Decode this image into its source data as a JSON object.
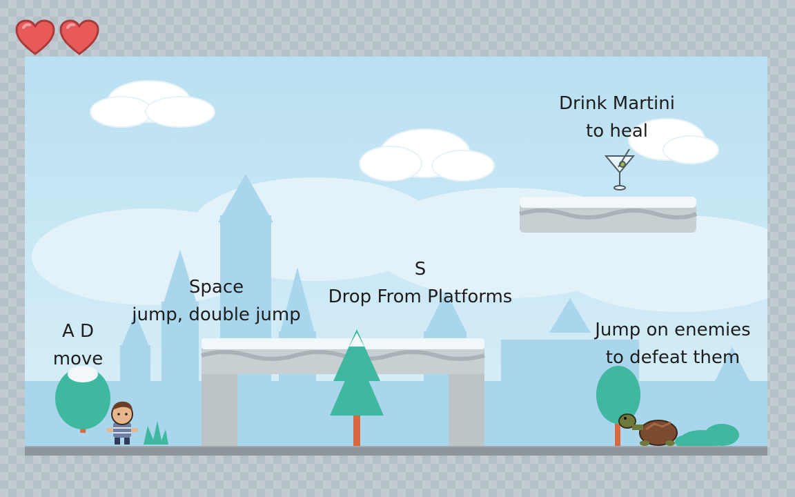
{
  "hud": {
    "hearts": 2,
    "heart_color": "#e85a5a",
    "heart_icon": "heart-icon"
  },
  "tutorial": {
    "move_keys": "A  D",
    "move_action": "move",
    "jump_key": "Space",
    "jump_action": "jump, double jump",
    "drop_key": "S",
    "drop_action": "Drop From Platforms",
    "enemy_hint_line1": "Jump on enemies",
    "enemy_hint_line2": "to defeat them",
    "heal_hint_line1": "Drink Martini",
    "heal_hint_line2": "to heal"
  },
  "colors": {
    "sky": "#c5e6f4",
    "tree": "#3fb8a0",
    "trunk": "#d9673f",
    "platform": "#c8cfd2",
    "snow": "#f2f8fa"
  }
}
